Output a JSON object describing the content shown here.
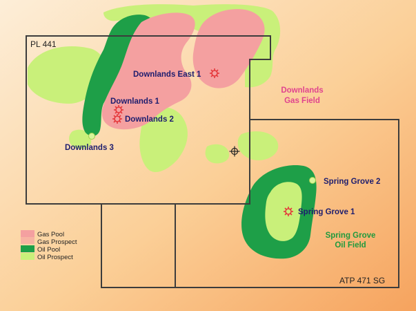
{
  "permits": {
    "pl441": "PL 441",
    "atp471": "ATP 471 SG"
  },
  "wells": {
    "downlands_east_1": "Downlands East 1",
    "downlands_1": "Downlands 1",
    "downlands_2": "Downlands 2",
    "downlands_3": "Downlands 3",
    "spring_grove_1": "Spring Grove 1",
    "spring_grove_2": "Spring Grove 2"
  },
  "fields": {
    "downlands": {
      "line1": "Downlands",
      "line2": "Gas Field"
    },
    "spring_grove": {
      "line1": "Spring Grove",
      "line2": "Oil Field"
    }
  },
  "legend": {
    "gas_pool": "Gas Pool",
    "gas_prospect": "Gas Prospect",
    "oil_pool": "Oil Pool",
    "oil_prospect": "Oil Prospect"
  },
  "colors": {
    "background_light": "#fde7c6",
    "background_dark": "#f7ad6a",
    "gas_pool": "#f4a0a0",
    "oil_pool": "#1e9f48",
    "oil_prospect": "#c9f07a",
    "well_symbol": "#e5383b",
    "well_label": "#1d1d6e",
    "downlands_field_label": "#e0448e",
    "spring_grove_field_label": "#1f9a3d"
  },
  "icons": {
    "gas_well": "gas-well-icon",
    "oil_well": "oil-well-icon",
    "planned_well": "planned-well-icon"
  }
}
